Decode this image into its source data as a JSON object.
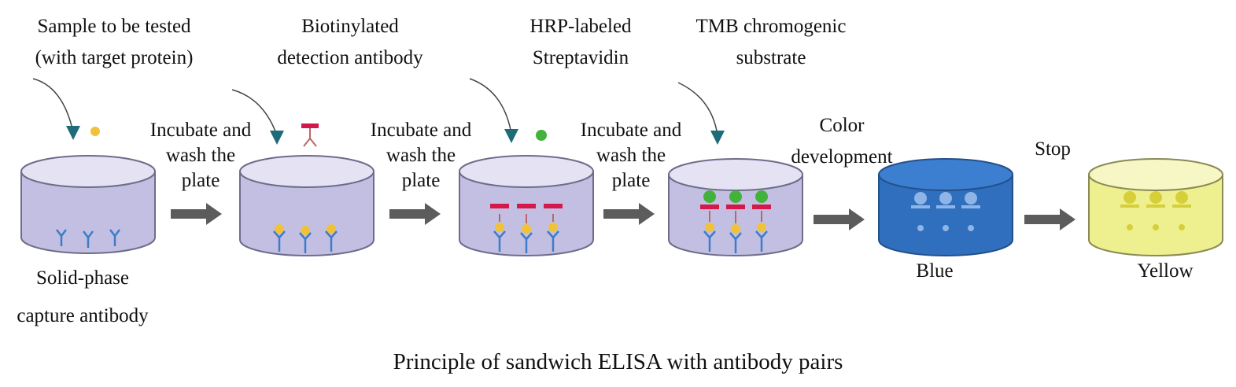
{
  "reagents": [
    {
      "line1": "Sample to be tested",
      "line2": "(with target protein)"
    },
    {
      "line1": "Biotinylated",
      "line2": "detection antibody"
    },
    {
      "line1": "HRP-labeled",
      "line2": "Streptavidin"
    },
    {
      "line1": "TMB chromogenic",
      "line2": "substrate"
    }
  ],
  "steps": [
    {
      "line1": "Incubate and",
      "line2": "wash the",
      "line3": "plate"
    },
    {
      "line1": "Incubate and",
      "line2": "wash the",
      "line3": "plate"
    },
    {
      "line1": "Incubate and",
      "line2": "wash the",
      "line3": "plate"
    },
    {
      "line1": "Color",
      "line2": "development"
    },
    {
      "line1": "Stop"
    }
  ],
  "wells": {
    "capture": {
      "line1": "Solid-phase",
      "line2": "capture antibody"
    },
    "blue": "Blue",
    "yellow": "Yellow"
  },
  "caption": "Principle of sandwich ELISA with antibody pairs",
  "colors": {
    "well": "#c3bfe2",
    "well_edge": "#6d6d8a",
    "blue_well": "#2f6fbe",
    "yellow_well": "#eef08f",
    "arrow": "#5c5c5c",
    "pointer": "#1e6b7a",
    "antibody": "#3d7cc9",
    "protein": "#f0c23a",
    "detection": "#d4184a",
    "hrp": "#43b23a"
  }
}
